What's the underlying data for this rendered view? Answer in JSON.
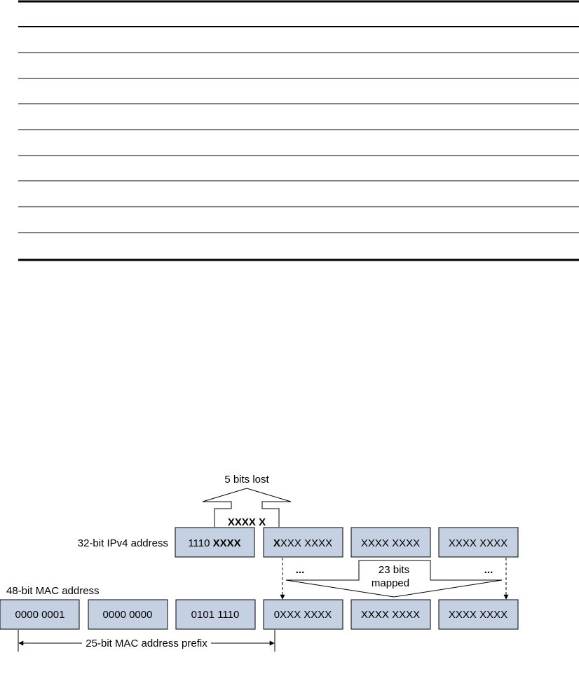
{
  "table": {
    "row_count": 9
  },
  "diagram": {
    "lost_label": "5 bits lost",
    "lost_bits": "XXXX X",
    "ipv4_label": "32-bit IPv4 address",
    "ipv4_octets": [
      {
        "plain": "1110 ",
        "bold": "XXXX"
      },
      {
        "bold": "X",
        "plain": "XXX XXXX"
      },
      {
        "plain": "XXXX XXXX"
      },
      {
        "plain": "XXXX XXXX"
      }
    ],
    "mapped_label_line1": "23 bits",
    "mapped_label_line2": "mapped",
    "ellipsis": "...",
    "mac_label": "48-bit MAC address",
    "mac_octets": [
      "0000 0001",
      "0000 0000",
      "0101 1110",
      "0XXX XXXX",
      "XXXX XXXX",
      "XXXX XXXX"
    ],
    "prefix_label": "25-bit MAC address prefix",
    "box_fill": "#c5d0e3"
  }
}
